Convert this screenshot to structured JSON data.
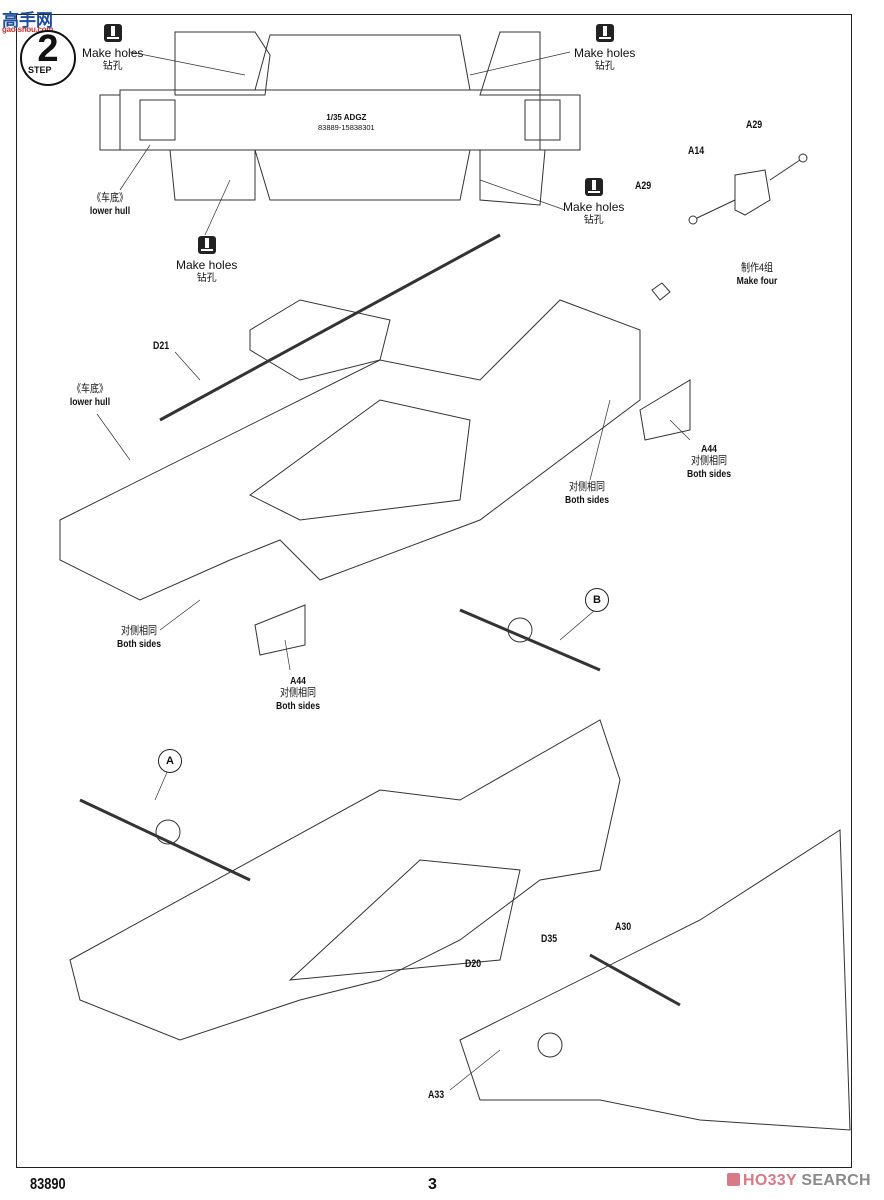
{
  "logo": {
    "title": "高手网",
    "url_text": "gao-shou.com"
  },
  "step": {
    "number": "2",
    "label": "STEP"
  },
  "hull_marking": {
    "line1": "1/35  ADGZ",
    "line2": "83889-15838301"
  },
  "make_holes": [
    {
      "en": "Make holes",
      "cn": "钻孔"
    },
    {
      "en": "Make holes",
      "cn": "钻孔"
    },
    {
      "en": "Make holes",
      "cn": "钻孔"
    },
    {
      "en": "Make holes",
      "cn": "钻孔"
    }
  ],
  "labels": {
    "lower_hull_1": {
      "cn": "《车底》",
      "en": "lower hull"
    },
    "lower_hull_2": {
      "cn": "《车底》",
      "en": "lower hull"
    },
    "make_four": {
      "cn": "制作4组",
      "en": "Make four"
    },
    "both_sides_1": {
      "cn": "对侧相同",
      "en": "Both sides"
    },
    "both_sides_2": {
      "cn": "对侧相同",
      "en": "Both sides"
    },
    "a44_right": {
      "part": "A44",
      "cn": "对侧相同",
      "en": "Both sides"
    },
    "a44_left": {
      "part": "A44",
      "cn": "对侧相同",
      "en": "Both sides"
    }
  },
  "parts": {
    "a29_top": "A29",
    "a14": "A14",
    "a29_left": "A29",
    "d21": "D21",
    "d35": "D35",
    "a30": "A30",
    "d20": "D20",
    "a33": "A33"
  },
  "callouts": {
    "a": "A",
    "b": "B"
  },
  "footer": {
    "kit_code": "83890",
    "page": "3",
    "watermark_a": "HO33Y",
    "watermark_b": " SEARCH"
  }
}
